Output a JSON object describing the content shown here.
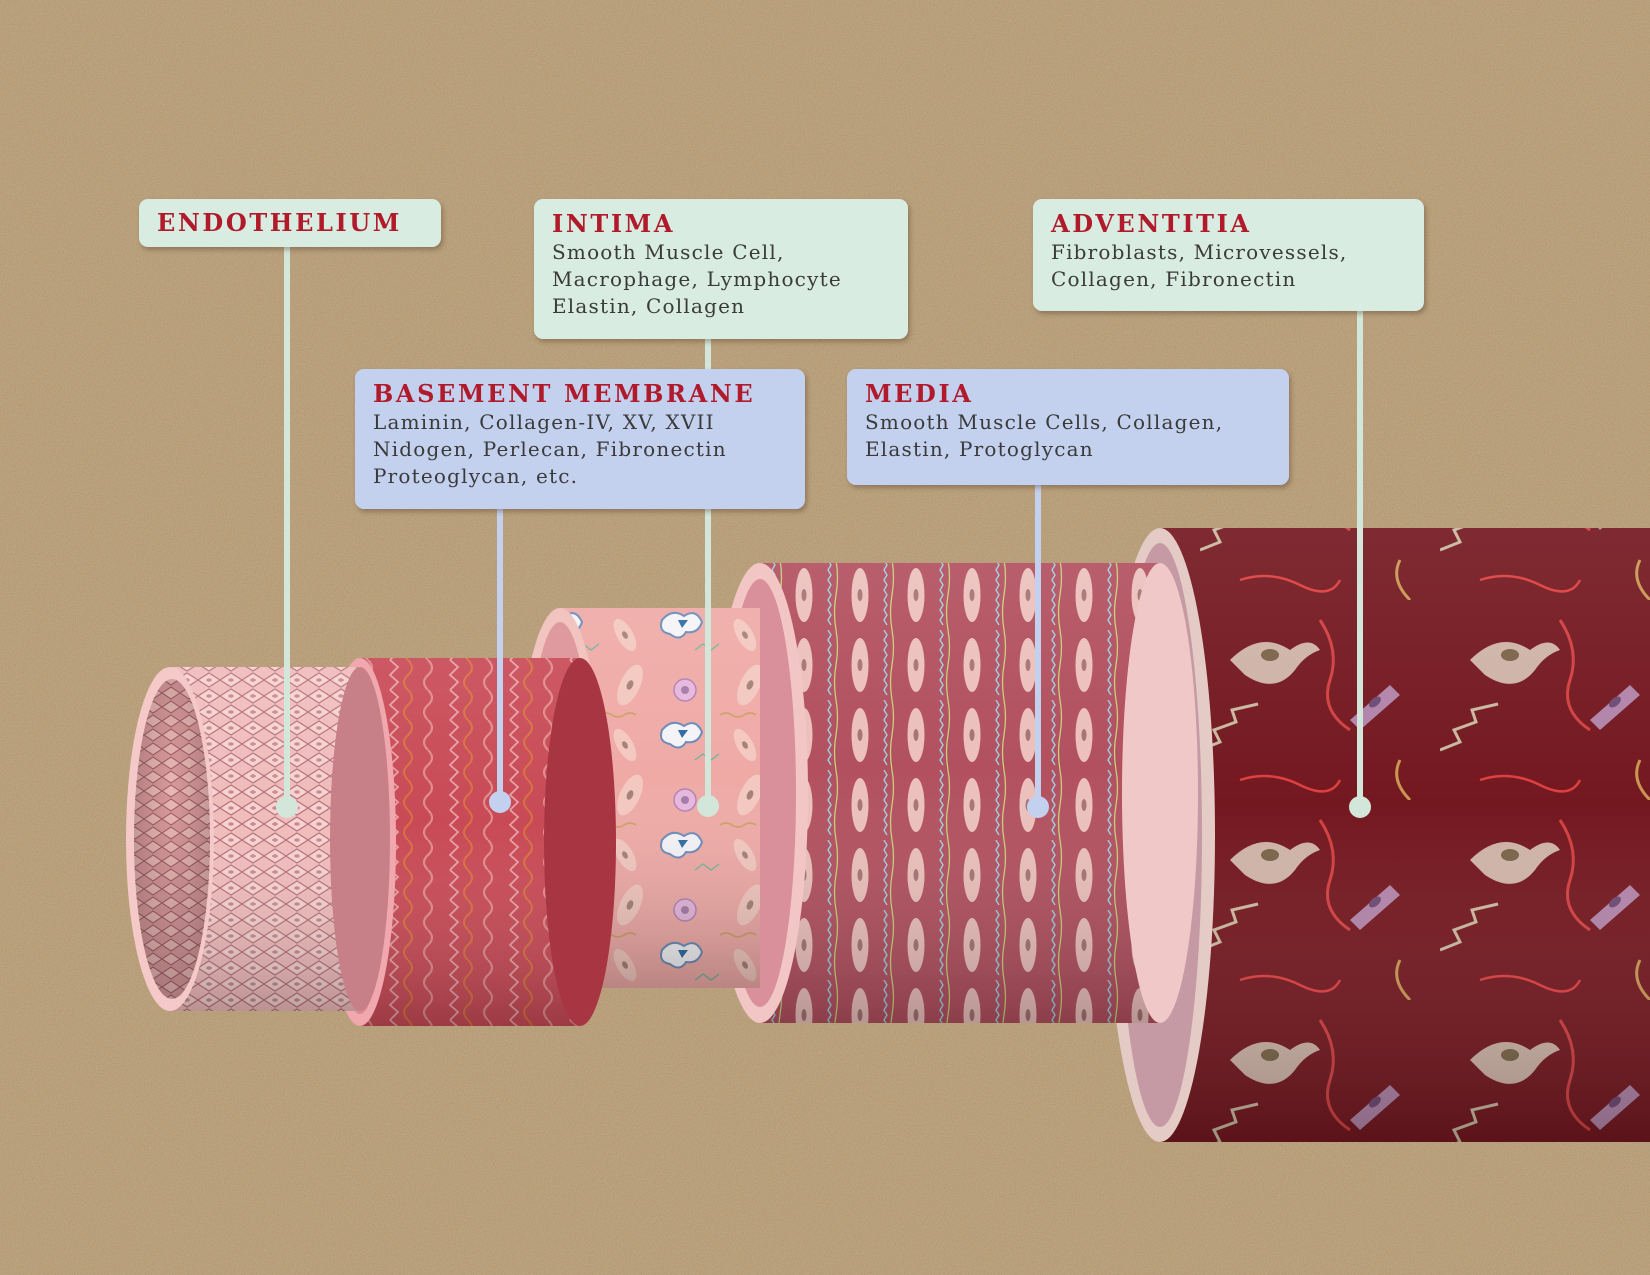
{
  "colors": {
    "background": "#bca37e",
    "label_title": "#b01a2a",
    "label_green": "#d9ece1",
    "label_blue": "#c3d1ee",
    "leader_green": "#d2e6da",
    "leader_blue": "#c3d1ee",
    "endothelium": "#f0bcbc",
    "basement_membrane": "#c84a56",
    "intima": "#efaaa6",
    "media": "#b2505f",
    "adventitia": "#741820"
  },
  "labels": {
    "endothelium": {
      "title": "ENDOTHELIUM",
      "lines": []
    },
    "intima": {
      "title": "INTIMA",
      "lines": [
        "Smooth Muscle Cell,",
        "Macrophage, Lymphocyte",
        "Elastin, Collagen"
      ]
    },
    "adventitia": {
      "title": "ADVENTITIA",
      "lines": [
        "Fibroblasts, Microvessels,",
        "Collagen, Fibronectin"
      ]
    },
    "basement_membrane": {
      "title": "BASEMENT MEMBRANE",
      "lines": [
        "Laminin, Collagen-IV, XV, XVII",
        "Nidogen, Perlecan, Fibronectin",
        "Proteoglycan, etc."
      ]
    },
    "media": {
      "title": "MEDIA",
      "lines": [
        "Smooth Muscle Cells, Collagen,",
        "Elastin, Protoglycan"
      ]
    }
  }
}
